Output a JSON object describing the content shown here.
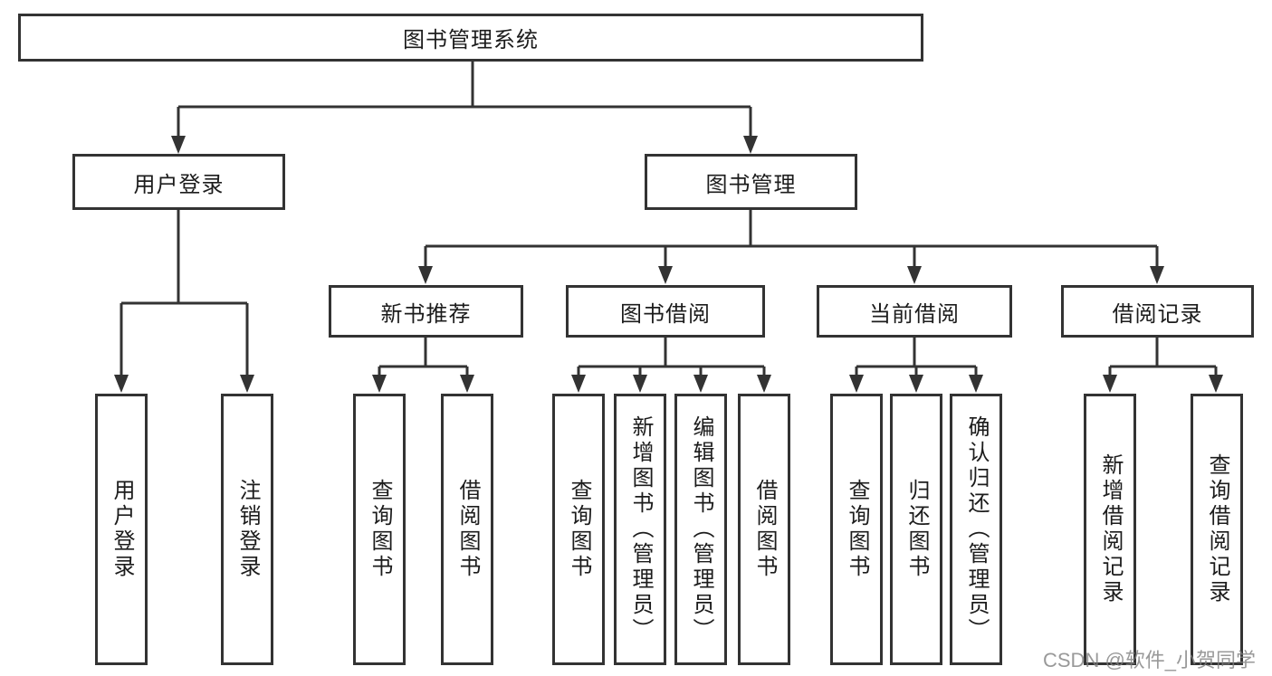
{
  "diagram_title": "图书管理系统",
  "nodes": {
    "root": "图书管理系统",
    "user_login": "用户登录",
    "book_mgmt": "图书管理",
    "new_book_rec": "新书推荐",
    "book_borrow": "图书借阅",
    "current_borrow": "当前借阅",
    "borrow_records": "借阅记录",
    "leaf_user_login": "用户登录",
    "leaf_logout": "注销登录",
    "leaf_query_book_1": "查询图书",
    "leaf_borrow_book_1": "借阅图书",
    "leaf_query_book_2": "查询图书",
    "leaf_add_book": "新增图书（管理员）",
    "leaf_edit_book": "编辑图书（管理员）",
    "leaf_borrow_book_2": "借阅图书",
    "leaf_query_book_3": "查询图书",
    "leaf_return_book": "归还图书",
    "leaf_confirm_return": "确认归还（管理员）",
    "leaf_add_record": "新增借阅记录",
    "leaf_query_record": "查询借阅记录"
  },
  "hierarchy": {
    "图书管理系统": [
      "用户登录",
      "图书管理"
    ],
    "用户登录": [
      "用户登录",
      "注销登录"
    ],
    "图书管理": [
      "新书推荐",
      "图书借阅",
      "当前借阅",
      "借阅记录"
    ],
    "新书推荐": [
      "查询图书",
      "借阅图书"
    ],
    "图书借阅": [
      "查询图书",
      "新增图书（管理员）",
      "编辑图书（管理员）",
      "借阅图书"
    ],
    "当前借阅": [
      "查询图书",
      "归还图书",
      "确认归还（管理员）"
    ],
    "借阅记录": [
      "新增借阅记录",
      "查询借阅记录"
    ]
  },
  "watermark": "CSDN @软件_小贺同学",
  "colors": {
    "line": "#333333",
    "text": "#1c1c1c",
    "background": "#ffffff",
    "watermark": "#808080"
  }
}
